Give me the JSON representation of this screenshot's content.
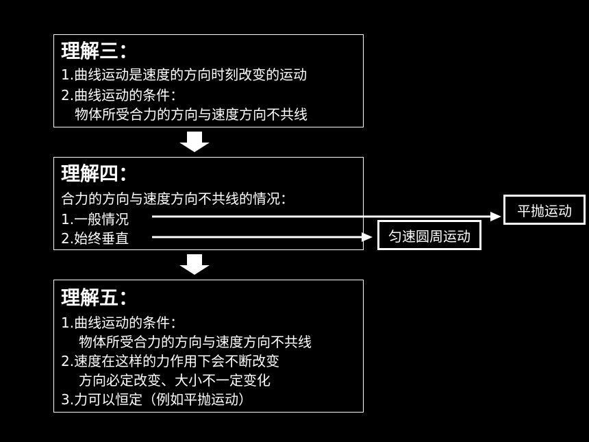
{
  "box3": {
    "title": "理解三：",
    "lines": [
      "1.曲线运动是速度的方向时刻改变的运动",
      "2.曲线运动的条件：",
      "物体所受合力的方向与速度方向不共线"
    ]
  },
  "box4": {
    "title": "理解四：",
    "lines": [
      "合力的方向与速度方向不共线的情况：",
      "1.一般情况",
      "2.始终垂直"
    ]
  },
  "box5": {
    "title": "理解五：",
    "lines": [
      "1.曲线运动的条件：",
      "物体所受合力的方向与速度方向不共线",
      "2.速度在这样的力作用下会不断改变",
      "方向必定改变、大小不一定变化",
      "3.力可以恒定（例如平抛运动）"
    ]
  },
  "tags": {
    "general": "平抛运动",
    "perpendicular": "匀速圆周运动"
  }
}
